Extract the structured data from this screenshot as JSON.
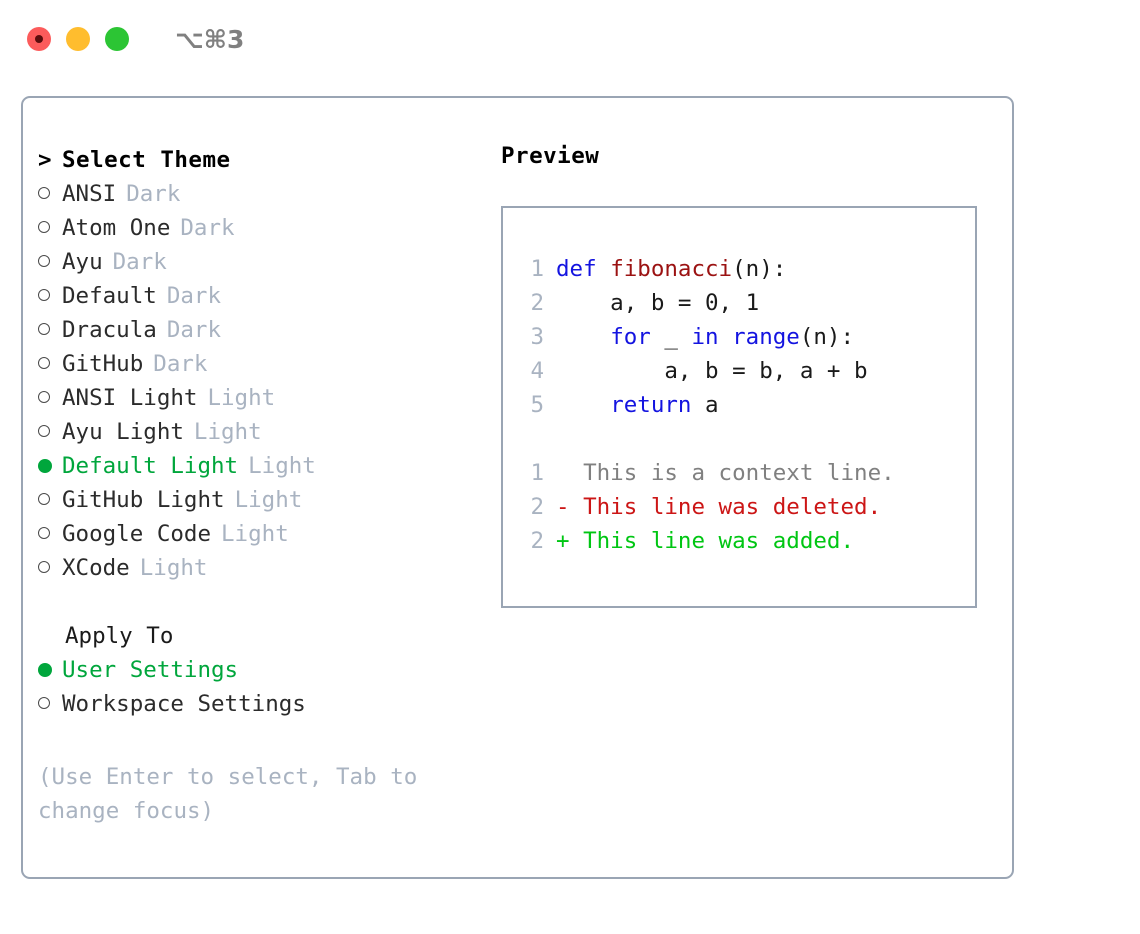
{
  "window": {
    "title": "⌥⌘3",
    "traffic_lights": [
      {
        "name": "close",
        "color": "#fc5b5b"
      },
      {
        "name": "minimize",
        "color": "#ffbd2e"
      },
      {
        "name": "zoom",
        "color": "#2cc534"
      }
    ]
  },
  "theme_picker": {
    "heading": "Select Theme",
    "caret": ">",
    "bullet_unselected": "○",
    "bullet_selected": "●",
    "items": [
      {
        "label": "ANSI",
        "variant": "Dark",
        "selected": false
      },
      {
        "label": "Atom One",
        "variant": "Dark",
        "selected": false
      },
      {
        "label": "Ayu",
        "variant": "Dark",
        "selected": false
      },
      {
        "label": "Default",
        "variant": "Dark",
        "selected": false
      },
      {
        "label": "Dracula",
        "variant": "Dark",
        "selected": false
      },
      {
        "label": "GitHub",
        "variant": "Dark",
        "selected": false
      },
      {
        "label": "ANSI Light",
        "variant": "Light",
        "selected": false
      },
      {
        "label": "Ayu Light",
        "variant": "Light",
        "selected": false
      },
      {
        "label": "Default Light",
        "variant": "Light",
        "selected": true
      },
      {
        "label": "GitHub Light",
        "variant": "Light",
        "selected": false
      },
      {
        "label": "Google Code",
        "variant": "Light",
        "selected": false
      },
      {
        "label": "XCode",
        "variant": "Light",
        "selected": false
      }
    ]
  },
  "apply_to": {
    "heading": "Apply To",
    "items": [
      {
        "label": "User Settings",
        "selected": true
      },
      {
        "label": "Workspace Settings",
        "selected": false
      }
    ]
  },
  "hint": "(Use Enter to select, Tab to change focus)",
  "preview": {
    "title": "Preview",
    "code_lines": [
      {
        "number": "1",
        "tokens": [
          {
            "t": "def ",
            "c": "kw"
          },
          {
            "t": "fibonacci",
            "c": "fn"
          },
          {
            "t": "(n):",
            "c": "pl"
          }
        ]
      },
      {
        "number": "2",
        "tokens": [
          {
            "t": "    a, b = 0, 1",
            "c": "pl"
          }
        ]
      },
      {
        "number": "3",
        "tokens": [
          {
            "t": "    ",
            "c": "pl"
          },
          {
            "t": "for",
            "c": "kw"
          },
          {
            "t": " _ ",
            "c": "pl"
          },
          {
            "t": "in",
            "c": "kw"
          },
          {
            "t": " ",
            "c": "pl"
          },
          {
            "t": "range",
            "c": "kw"
          },
          {
            "t": "(n):",
            "c": "pl"
          }
        ]
      },
      {
        "number": "4",
        "tokens": [
          {
            "t": "        a, b = b, a + b",
            "c": "pl"
          }
        ]
      },
      {
        "number": "5",
        "tokens": [
          {
            "t": "    ",
            "c": "pl"
          },
          {
            "t": "return",
            "c": "kw"
          },
          {
            "t": " a",
            "c": "pl"
          }
        ]
      }
    ],
    "diff_lines": [
      {
        "number": "1",
        "marker": "  ",
        "text": "This is a context line.",
        "kind": "ctx"
      },
      {
        "number": "2",
        "marker": "- ",
        "text": "This line was deleted.",
        "kind": "del"
      },
      {
        "number": "2",
        "marker": "+ ",
        "text": "This line was added.",
        "kind": "add"
      }
    ]
  },
  "colors": {
    "accent_green": "#00a63c",
    "muted": "#a9b3c1",
    "border": "#9aa5b4",
    "keyword_blue": "#1414e0",
    "function_red": "#9b1212",
    "diff_delete": "#cc1616",
    "diff_add": "#00c613"
  }
}
